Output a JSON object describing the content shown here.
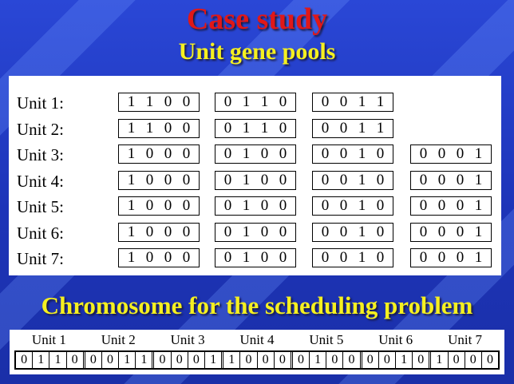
{
  "title": "Case study",
  "subtitle": "Unit gene pools",
  "units": [
    {
      "label": "Unit 1:",
      "genes": [
        "1100",
        "0110",
        "0011"
      ]
    },
    {
      "label": "Unit 2:",
      "genes": [
        "1100",
        "0110",
        "0011"
      ]
    },
    {
      "label": "Unit 3:",
      "genes": [
        "1000",
        "0100",
        "0010",
        "0001"
      ]
    },
    {
      "label": "Unit 4:",
      "genes": [
        "1000",
        "0100",
        "0010",
        "0001"
      ]
    },
    {
      "label": "Unit 5:",
      "genes": [
        "1000",
        "0100",
        "0010",
        "0001"
      ]
    },
    {
      "label": "Unit 6:",
      "genes": [
        "1000",
        "0100",
        "0010",
        "0001"
      ]
    },
    {
      "label": "Unit 7:",
      "genes": [
        "1000",
        "0100",
        "0010",
        "0001"
      ]
    }
  ],
  "chromosome": {
    "title": "Chromosome for the scheduling problem",
    "units": [
      {
        "label": "Unit 1",
        "bits": "0110"
      },
      {
        "label": "Unit 2",
        "bits": "0011"
      },
      {
        "label": "Unit 3",
        "bits": "0001"
      },
      {
        "label": "Unit 4",
        "bits": "1000"
      },
      {
        "label": "Unit 5",
        "bits": "0100"
      },
      {
        "label": "Unit 6",
        "bits": "0010"
      },
      {
        "label": "Unit 7",
        "bits": "1000"
      }
    ]
  },
  "colors": {
    "title": "#e01818",
    "subtitle": "#f5f020",
    "background": "#1d34b8",
    "panel": "#ffffff"
  }
}
